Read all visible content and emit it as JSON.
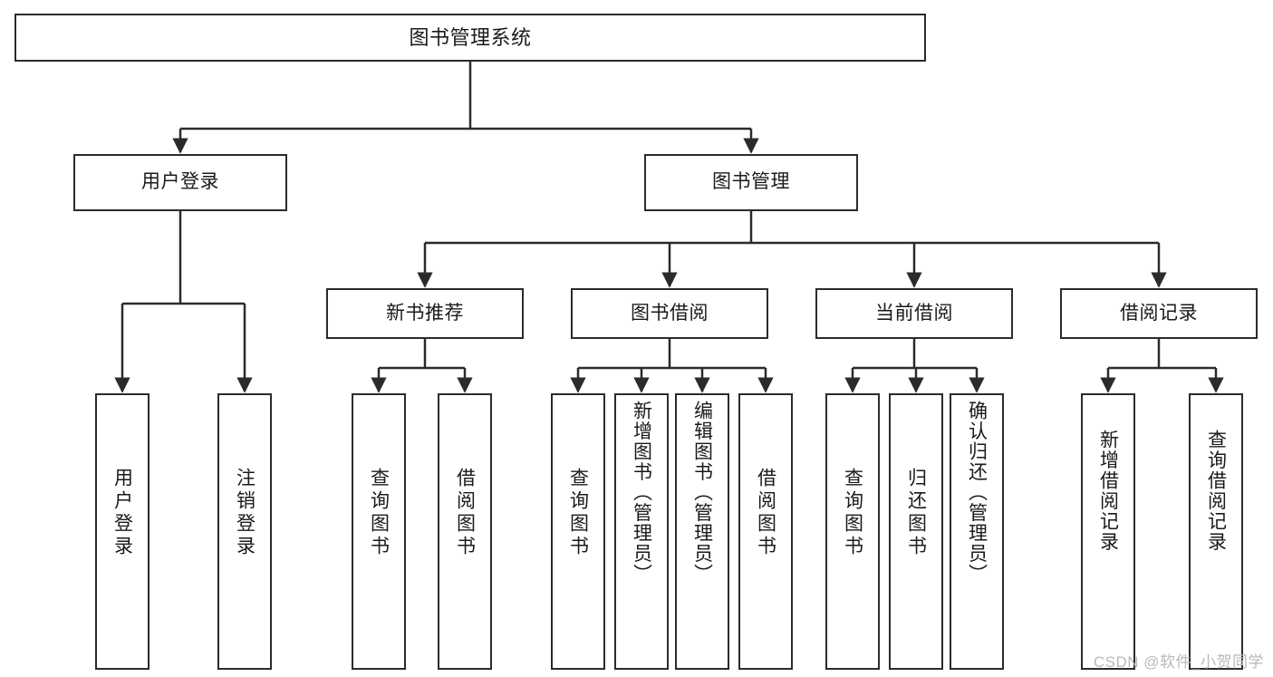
{
  "diagram": {
    "title": "图书管理系统",
    "type": "tree",
    "watermark": "CSDN @软件_小贺同学",
    "colors": {
      "box_stroke": "#2b2b2b",
      "edge_stroke": "#2b2b2b",
      "background": "#ffffff",
      "text": "#1a1a1a",
      "watermark": "#b9b9b9"
    },
    "nodes": {
      "root": {
        "label": "图书管理系统",
        "level": 1
      },
      "level2": [
        {
          "id": "user-login",
          "label": "用户登录"
        },
        {
          "id": "book-manage",
          "label": "图书管理"
        }
      ],
      "level3": [
        {
          "id": "new-book-recommend",
          "label": "新书推荐",
          "parent": "book-manage"
        },
        {
          "id": "book-borrow",
          "label": "图书借阅",
          "parent": "book-manage"
        },
        {
          "id": "current-borrow",
          "label": "当前借阅",
          "parent": "book-manage"
        },
        {
          "id": "borrow-record",
          "label": "借阅记录",
          "parent": "book-manage"
        }
      ],
      "leaves": [
        {
          "id": "leaf-user-login",
          "label": "用户登录",
          "parent": "user-login"
        },
        {
          "id": "leaf-logout-login",
          "label": "注销登录",
          "parent": "user-login"
        },
        {
          "id": "leaf-query-book-1",
          "label": "查询图书",
          "parent": "new-book-recommend"
        },
        {
          "id": "leaf-borrow-book-1",
          "label": "借阅图书",
          "parent": "new-book-recommend"
        },
        {
          "id": "leaf-query-book-2",
          "label": "查询图书",
          "parent": "book-borrow"
        },
        {
          "id": "leaf-add-book",
          "label": "新增图书（管理员）",
          "parent": "book-borrow"
        },
        {
          "id": "leaf-edit-book",
          "label": "编辑图书（管理员）",
          "parent": "book-borrow"
        },
        {
          "id": "leaf-borrow-book-2",
          "label": "借阅图书",
          "parent": "book-borrow"
        },
        {
          "id": "leaf-query-book-3",
          "label": "查询图书",
          "parent": "current-borrow"
        },
        {
          "id": "leaf-return-book",
          "label": "归还图书",
          "parent": "current-borrow"
        },
        {
          "id": "leaf-confirm-return",
          "label": "确认归还（管理员）",
          "parent": "current-borrow"
        },
        {
          "id": "leaf-add-record",
          "label": "新增借阅记录",
          "parent": "borrow-record"
        },
        {
          "id": "leaf-query-record",
          "label": "查询借阅记录",
          "parent": "borrow-record"
        }
      ]
    }
  }
}
